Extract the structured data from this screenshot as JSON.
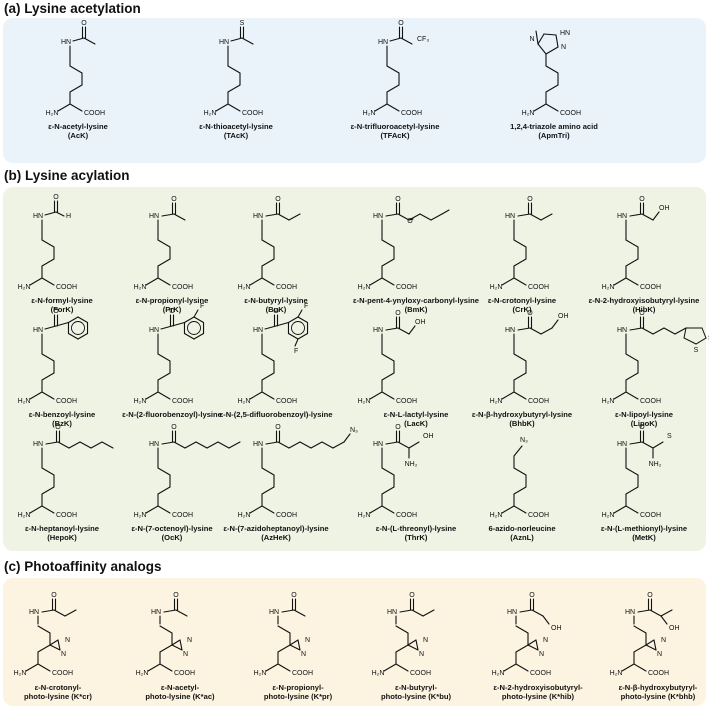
{
  "sections": {
    "a": {
      "title": "(a) Lysine acetylation"
    },
    "b": {
      "title": "(b) Lysine acylation"
    },
    "c": {
      "title": "(c) Photoaffinity analogs"
    }
  },
  "backbone": {
    "amine": "H₂N",
    "acid": "COOH",
    "nh": "HN"
  },
  "group_a": [
    {
      "name": "ε-N-acetyl-lysine",
      "abbr": "(AcK)",
      "side": "acetyl",
      "heteroatom": "O"
    },
    {
      "name": "ε-N-thioacetyl-lysine",
      "abbr": "(TAcK)",
      "side": "acetyl",
      "heteroatom": "S"
    },
    {
      "name": "ε-N-trifluoroacetyl-lysine",
      "abbr": "(TFAcK)",
      "side": "acetyl",
      "heteroatom": "O",
      "extra": "CF₃"
    },
    {
      "name": "1,2,4-triazole amino acid",
      "abbr": "(ApmTri)",
      "side": "triazole",
      "labels": [
        "N",
        "N",
        "HN"
      ]
    }
  ],
  "group_b": [
    {
      "name": "ε-N-formyl-lysine",
      "abbr": "(ForK)",
      "side": "formyl",
      "labels": [
        "O",
        "H"
      ]
    },
    {
      "name": "ε-N-propionyl-lysine",
      "abbr": "(PrK)",
      "side": "chain",
      "labels": [
        "O"
      ]
    },
    {
      "name": "ε-N-butyryl-lysine",
      "abbr": "(BuK)",
      "side": "chain",
      "labels": [
        "O"
      ]
    },
    {
      "name": "ε-N-pent-4-ynyloxy-carbonyl-lysine",
      "abbr": "(BmK)",
      "side": "carbamate",
      "labels": [
        "O",
        "O"
      ]
    },
    {
      "name": "ε-N-crotonyl-lysine",
      "abbr": "(CrK)",
      "side": "chain",
      "labels": [
        "O"
      ]
    },
    {
      "name": "ε-N-2-hydroxyisobutyryl-lysine",
      "abbr": "(HibK)",
      "side": "chain",
      "labels": [
        "O",
        "OH"
      ]
    },
    {
      "name": "ε-N-benzoyl-lysine",
      "abbr": "(BzK)",
      "side": "aryl",
      "labels": [
        "O"
      ]
    },
    {
      "name": "ε-N-(2-fluorobenzoyl)-lysine",
      "abbr": "",
      "side": "aryl",
      "labels": [
        "O",
        "F"
      ]
    },
    {
      "name": "ε-N-(2,5-difluorobenzoyl)-lysine",
      "abbr": "",
      "side": "aryl",
      "labels": [
        "O",
        "F",
        "F"
      ]
    },
    {
      "name": "ε-N-L-lactyl-lysine",
      "abbr": "(LacK)",
      "side": "chain",
      "labels": [
        "O",
        "OH"
      ]
    },
    {
      "name": "ε-N-β-hydroxybutyryl-lysine",
      "abbr": "(BhbK)",
      "side": "chain",
      "labels": [
        "O",
        "OH"
      ]
    },
    {
      "name": "ε-N-lipoyl-lysine",
      "abbr": "(LipoK)",
      "side": "lipoyl",
      "labels": [
        "O",
        "S",
        "S"
      ]
    },
    {
      "name": "ε-N-heptanoyl-lysine",
      "abbr": "(HepoK)",
      "side": "chain",
      "labels": [
        "O"
      ]
    },
    {
      "name": "ε-N-(7-octenoyl)-lysine",
      "abbr": "(OcK)",
      "side": "chain",
      "labels": [
        "O"
      ]
    },
    {
      "name": "ε-N-(7-azidoheptanoyl)-lysine",
      "abbr": "(AzHeK)",
      "side": "chain",
      "labels": [
        "O",
        "N₃"
      ]
    },
    {
      "name": "ε-N-(L-threonyl)-lysine",
      "abbr": "(ThrK)",
      "side": "amino",
      "labels": [
        "O",
        "OH",
        "NH₂"
      ]
    },
    {
      "name": "6-azido-norleucine",
      "abbr": "(AznL)",
      "side": "azide",
      "labels": [
        "N₃"
      ]
    },
    {
      "name": "ε-N-(L-methionyl)-lysine",
      "abbr": "(MetK)",
      "side": "amino",
      "labels": [
        "O",
        "S",
        "NH₂"
      ]
    }
  ],
  "group_c": [
    {
      "name": "ε-N-crotonyl-",
      "name2": "photo-lysine (K*cr)",
      "labels": [
        "O",
        "N",
        "N"
      ]
    },
    {
      "name": "ε-N-acetyl-",
      "name2": "photo-lysine (K*ac)",
      "labels": [
        "O",
        "N",
        "N"
      ]
    },
    {
      "name": "ε-N-propionyl-",
      "name2": "photo-lysine (K*pr)",
      "labels": [
        "O",
        "N",
        "N"
      ]
    },
    {
      "name": "ε-N-butyryl-",
      "name2": "photo-lysine (K*bu)",
      "labels": [
        "O",
        "N",
        "N"
      ]
    },
    {
      "name": "ε-N-2-hydroxyisobutyryl-",
      "name2": "photo-lysine (K*hib)",
      "labels": [
        "O",
        "OH",
        "N",
        "N"
      ]
    },
    {
      "name": "ε-N-β-hydroxybutyryl-",
      "name2": "photo-lysine (K*bhb)",
      "labels": [
        "O",
        "OH",
        "N",
        "N"
      ]
    }
  ]
}
